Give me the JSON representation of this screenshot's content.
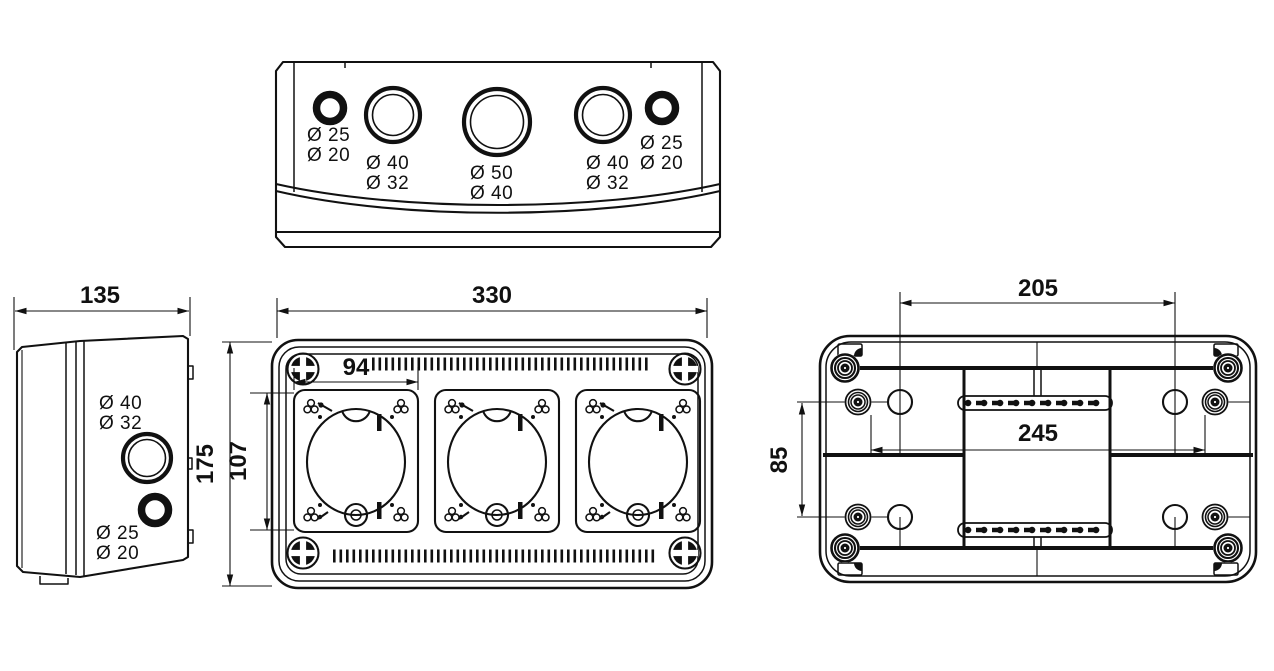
{
  "colors": {
    "line": "#111111",
    "background": "#ffffff"
  },
  "top_view": {
    "knockout_labels": [
      {
        "line1": "Ø 25",
        "line2": "Ø 20"
      },
      {
        "line1": "Ø 40",
        "line2": "Ø 32"
      },
      {
        "line1": "Ø 50",
        "line2": "Ø 40"
      },
      {
        "line1": "Ø 40",
        "line2": "Ø 32"
      },
      {
        "line1": "Ø 25",
        "line2": "Ø 20"
      }
    ]
  },
  "side_view": {
    "width_dim": "135",
    "upper_knockout": {
      "line1": "Ø 40",
      "line2": "Ø 32"
    },
    "lower_knockout": {
      "line1": "Ø 25",
      "line2": "Ø 20"
    }
  },
  "front_view": {
    "overall_width_dim": "330",
    "overall_height_dim": "175",
    "socket_width_dim": "94",
    "socket_height_dim": "107"
  },
  "back_view": {
    "top_hole_spacing_dim": "205",
    "wide_spacing_dim": "245",
    "vertical_hole_spacing_dim": "85"
  }
}
